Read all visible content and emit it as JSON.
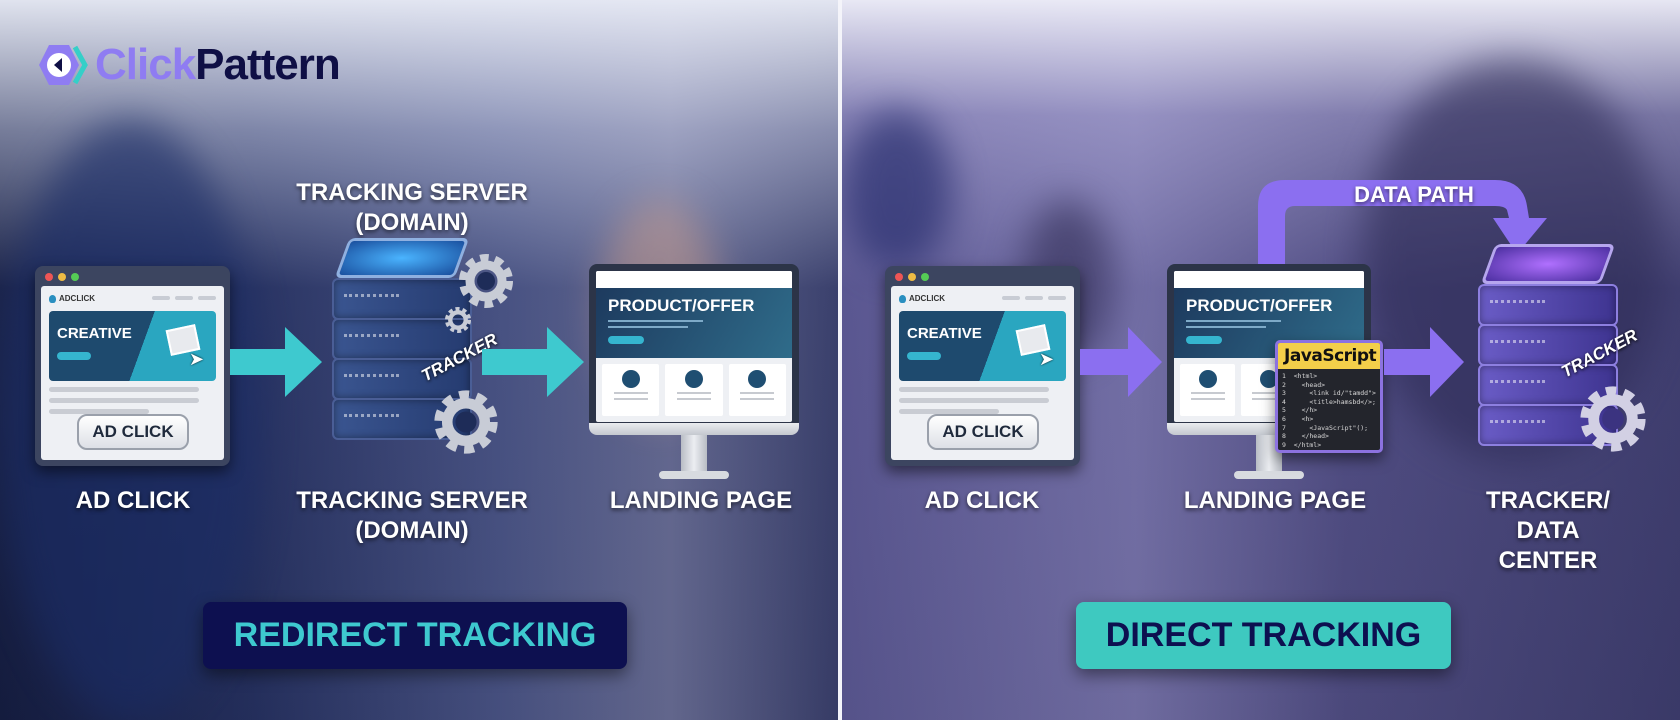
{
  "brand": {
    "name_part1": "Click",
    "name_part2": "Pattern"
  },
  "colors": {
    "teal": "#3ec9cf",
    "purple": "#8b6ff0",
    "navy": "#0d1050",
    "brand_purple": "#8f7cf2",
    "brand_navy": "#0f0f45"
  },
  "redirect": {
    "title": "REDIRECT TRACKING",
    "ad_window": {
      "brand": "ADCLICK",
      "creative": "CREATIVE",
      "button": "AD CLICK"
    },
    "server": {
      "top_label": "TRACKING SERVER\n(DOMAIN)",
      "tag": "TRACKER"
    },
    "landing": {
      "headline": "PRODUCT/OFFER"
    },
    "labels": {
      "ad_click": "AD CLICK",
      "server": "TRACKING SERVER\n(DOMAIN)",
      "landing": "LANDING PAGE"
    }
  },
  "direct": {
    "title": "DIRECT TRACKING",
    "data_path": "DATA PATH",
    "ad_window": {
      "brand": "ADCLICK",
      "creative": "CREATIVE",
      "button": "AD CLICK"
    },
    "landing": {
      "headline": "PRODUCT/OFFER"
    },
    "javascript": {
      "title": "JavaScript",
      "code": "1  <html>\n2    <head>\n3      <link id/\"tamdd\">\n4      <title>hamsbd</>;\n5    </h>\n6    <h>\n7      <JavaScript\"();\n8    </head>\n9  </html>"
    },
    "tracker": {
      "tag": "TRACKER"
    },
    "labels": {
      "ad_click": "AD CLICK",
      "landing": "LANDING PAGE",
      "tracker": "TRACKER/\nDATA CENTER"
    }
  }
}
